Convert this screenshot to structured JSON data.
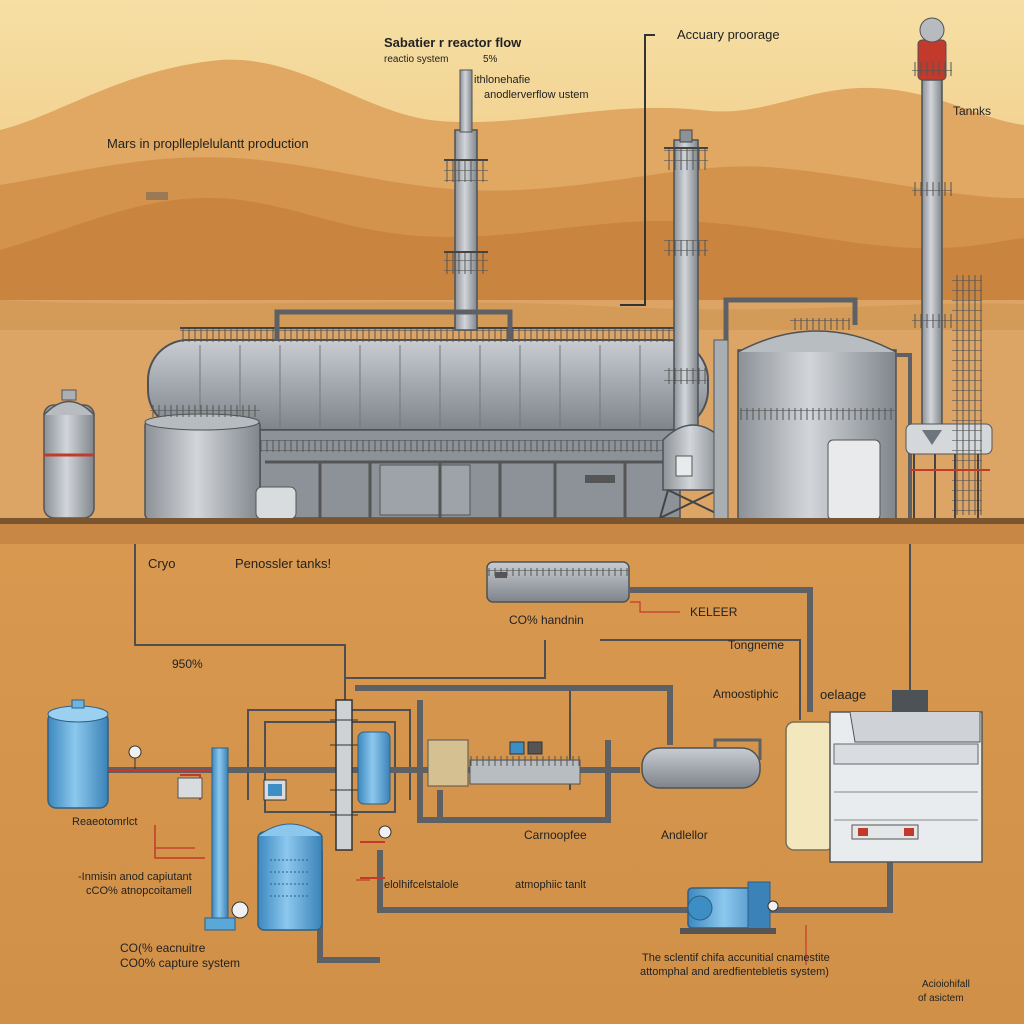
{
  "palette": {
    "sky": "#f3d89a",
    "dune_far": "#d99d55",
    "dune_near": "#c9833e",
    "ground_upper": "#dca566",
    "ground_lower": "#d2914c",
    "steel": "#9da3aa",
    "steel_dark": "#6f757c",
    "water_blue": "#5aa8d8",
    "accent_red": "#c23a2b",
    "pipe": "#5d6166"
  },
  "labels": {
    "title_reactor": "Sabatier r reactor flow",
    "reactor_system": "reactio system",
    "pct_5": "5%",
    "note_methane": "ithlonehafie",
    "note_flow_system": "anodlerverflow ustem",
    "accuracy": "Accuary proorage",
    "tanks": "Tannks",
    "mars_production": "Mars in proplleplelulantt production",
    "cryo": "Cryo",
    "penossler": "Penossler tanks!",
    "co_handling": "CO% handnin",
    "keleer": "KELEER",
    "pct_950": "950%",
    "tongneme": "Tongneme",
    "amoostiphic": "Amoostiphic",
    "oelaage": "oelaage",
    "reactor_left": "Reaeotomrlct",
    "carnoopfee": "Carnoopfee",
    "andlellor": "Andlellor",
    "intake_line1": "-Inmisin anod capiutant",
    "intake_line2": "cCO% atnopcoitamell",
    "elmotif": "elolhifcelstalole",
    "atmophic_tank": "atmophiic tanlt",
    "capture_line1": "CO(% eacnuitre",
    "capture_line2": "CO0% capture system",
    "caption_line1": "The sclentif chifa accunitial cnamestite",
    "caption_line2": "attomphal and aredfientebletis system)",
    "corner_line1": "Acioiohifall",
    "corner_line2": "of asictem"
  }
}
